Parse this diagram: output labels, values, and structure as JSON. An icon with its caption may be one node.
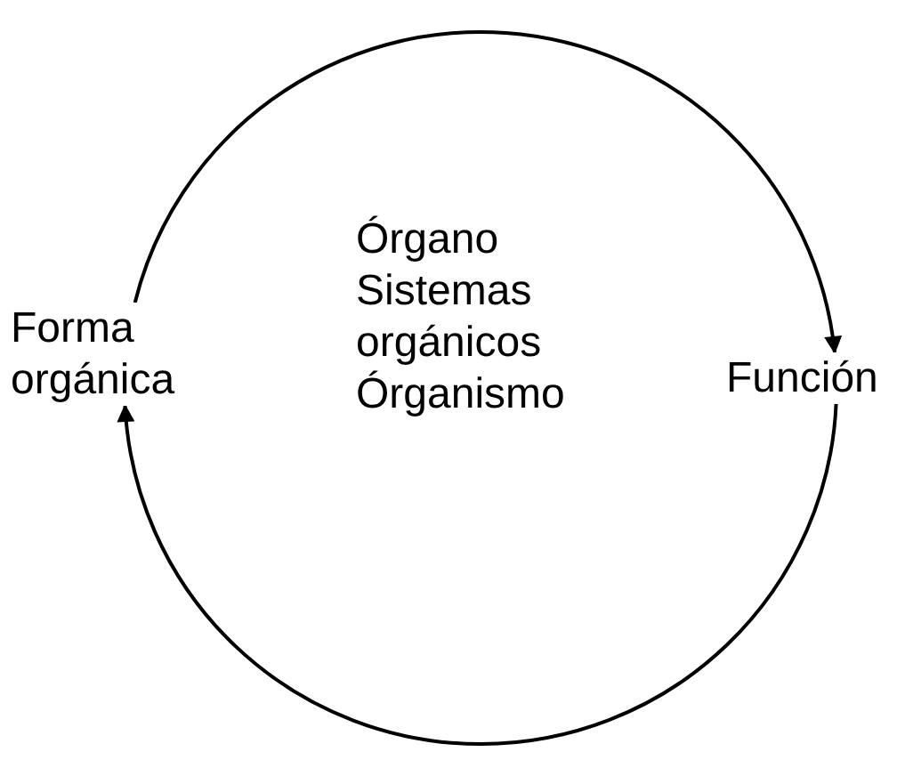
{
  "diagram": {
    "nodes": [
      {
        "text": [
          "Forma orgánica"
        ]
      },
      {
        "text": [
          "Función"
        ]
      }
    ],
    "edges": [
      {
        "from": 0,
        "to": 1,
        "arrow": "to"
      },
      {
        "from": 1,
        "to": 0,
        "arrow": "to"
      }
    ],
    "labels": [
      "Órgano",
      "Sistemas orgánicos",
      "Órganismo"
    ]
  }
}
